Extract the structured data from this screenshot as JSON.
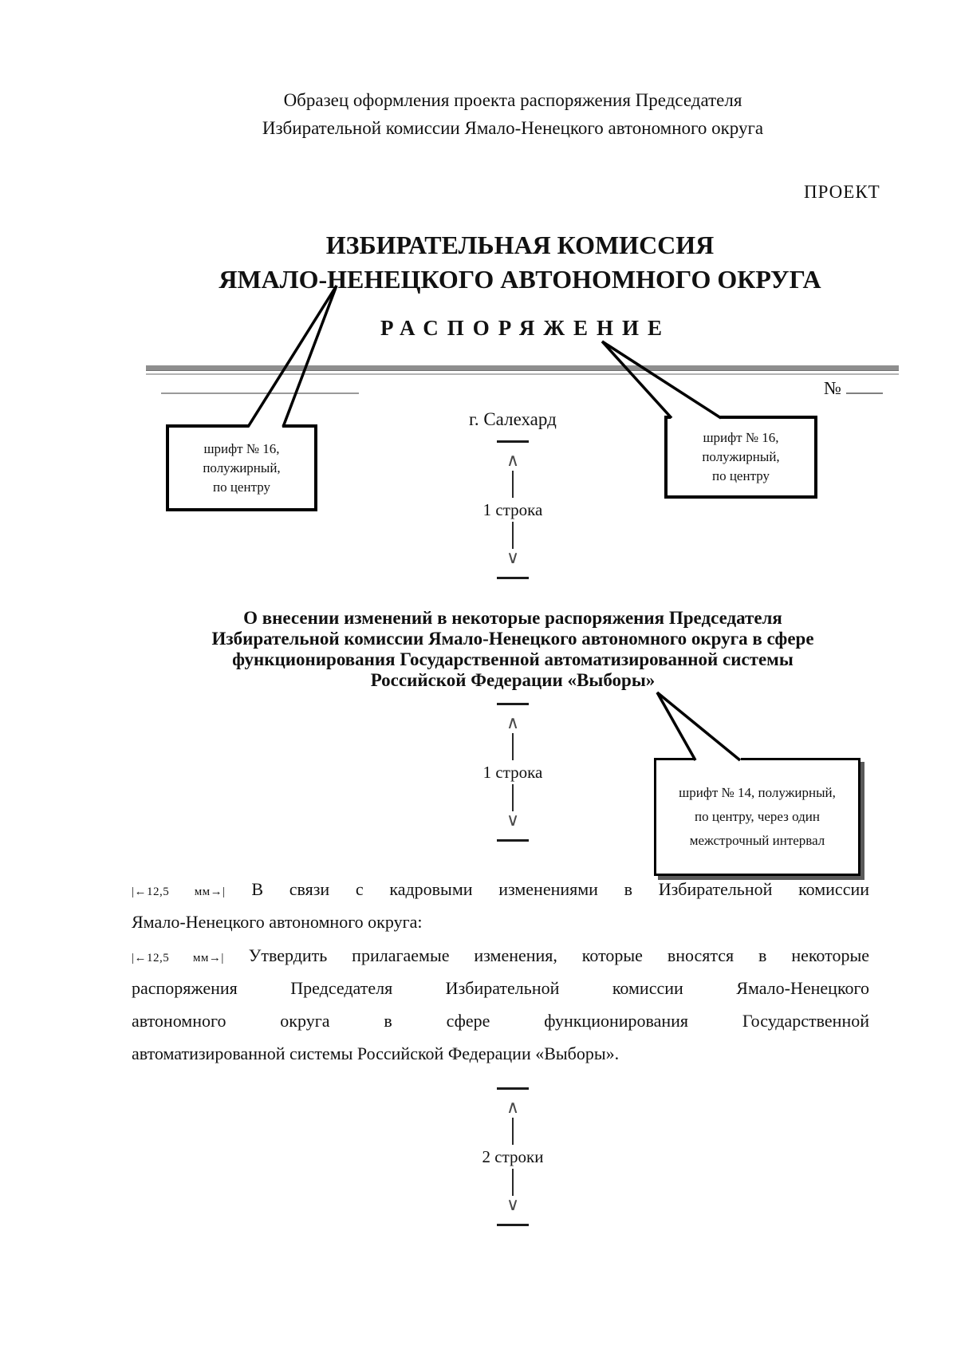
{
  "header_note": {
    "line1": "Образец оформления проекта распоряжения Председателя",
    "line2": "Избирательной комиссии Ямало-Ненецкого автономного округа"
  },
  "draft_label": "ПРОЕКТ",
  "org_title": {
    "line1": "ИЗБИРАТЕЛЬНАЯ КОМИССИЯ",
    "line2": "ЯМАЛО-НЕНЕЦКОГО АВТОНОМНОГО ОКРУГА"
  },
  "doc_type": "РАСПОРЯЖЕНИЕ",
  "number_label": "№",
  "city": "г. Салехард",
  "callouts": {
    "left16": {
      "line1": "шрифт № 16,",
      "line2": "полужирный,",
      "line3": "по центру"
    },
    "right16": {
      "line1": "шрифт № 16,",
      "line2": "полужирный,",
      "line3": "по центру"
    },
    "bold14": {
      "line1": "шрифт № 14, полужирный,",
      "line2": "по центру, через один",
      "line3": "межстрочный интервал"
    }
  },
  "spacing_blocks": {
    "first": {
      "label": "1 строка"
    },
    "second": {
      "label": "1 строка"
    },
    "third": {
      "label": "2 строки"
    }
  },
  "chevron_up": "∧",
  "chevron_down": "∨",
  "subject_heading": {
    "line1": "О внесении изменений в некоторые распоряжения Председателя",
    "line2": "Избирательной комиссии Ямало-Ненецкого автономного округа в сфере",
    "line3": "функционирования Государственной автоматизированной системы",
    "line4": "Российской Федерации «Выборы»"
  },
  "indent_marker": "|←12,5 мм→|",
  "body": {
    "paragraph1": {
      "line1": "В связи с кадровыми изменениями в Избирательной комиссии",
      "line2": "Ямало-Ненецкого автономного округа:"
    },
    "paragraph2": {
      "line1": "Утвердить прилагаемые изменения, которые вносятся в некоторые",
      "line2": "распоряжения Председателя Избирательной комиссии Ямало-Ненецкого",
      "line3": "автономного округа в сфере функционирования Государственной",
      "line4": "автоматизированной системы Российской Федерации «Выборы»."
    }
  },
  "colors": {
    "rule_gray": "#8e8e8e",
    "needle_black": "#000000",
    "page_bg": "#ffffff"
  }
}
